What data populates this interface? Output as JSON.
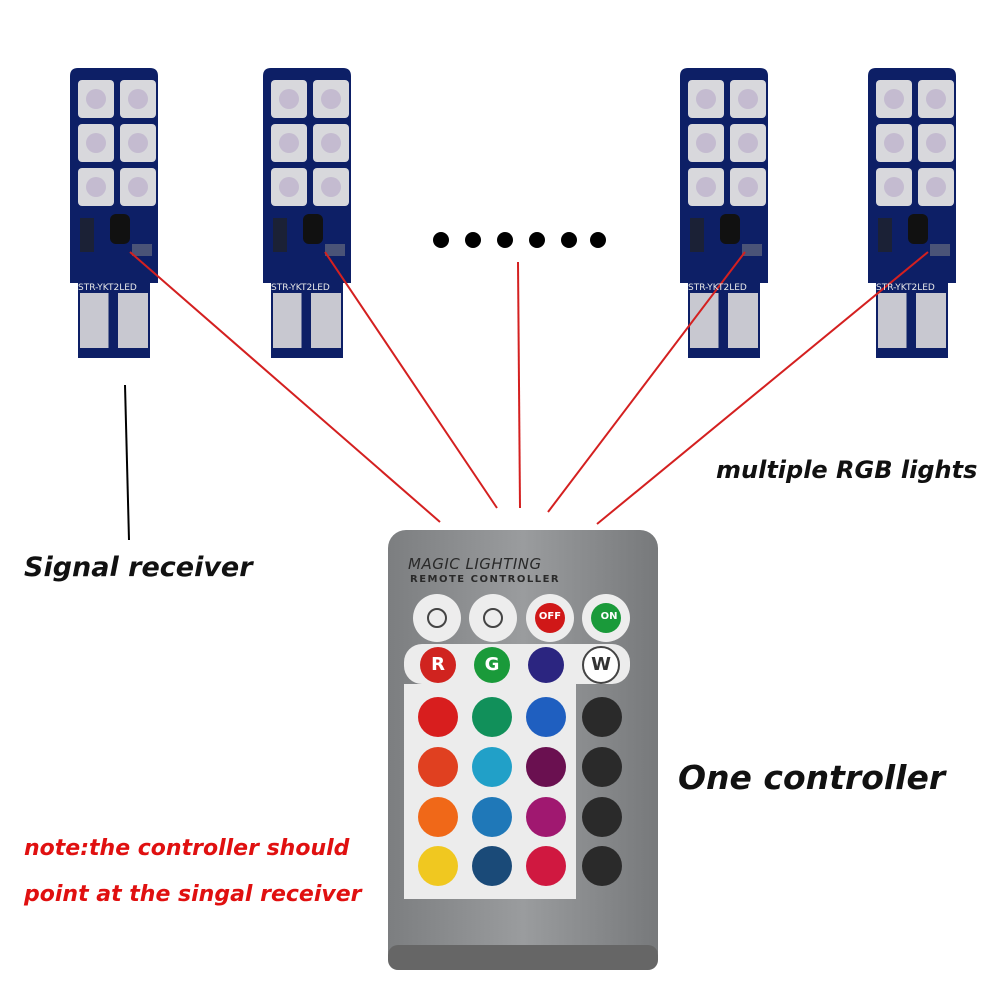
{
  "labels": {
    "signal_receiver": "Signal receiver",
    "multiple_rgb": "multiple RGB lights",
    "one_controller": "One controller",
    "note_line1": "note:the controller should",
    "note_line2": "point at the singal receiver"
  },
  "remote": {
    "title": "MAGIC LIGHTING",
    "subtitle": "REMOTE CONTROLLER",
    "btn_off": "OFF",
    "btn_on": "ON",
    "btn_r": "R",
    "btn_g": "G",
    "btn_w": "W"
  },
  "board_text": "STR-YKT2LED",
  "colors": {
    "board": "#0d1f66",
    "pointer_line": "#d42020",
    "note_text": "#e01010",
    "remote_body": "#8f9193"
  }
}
